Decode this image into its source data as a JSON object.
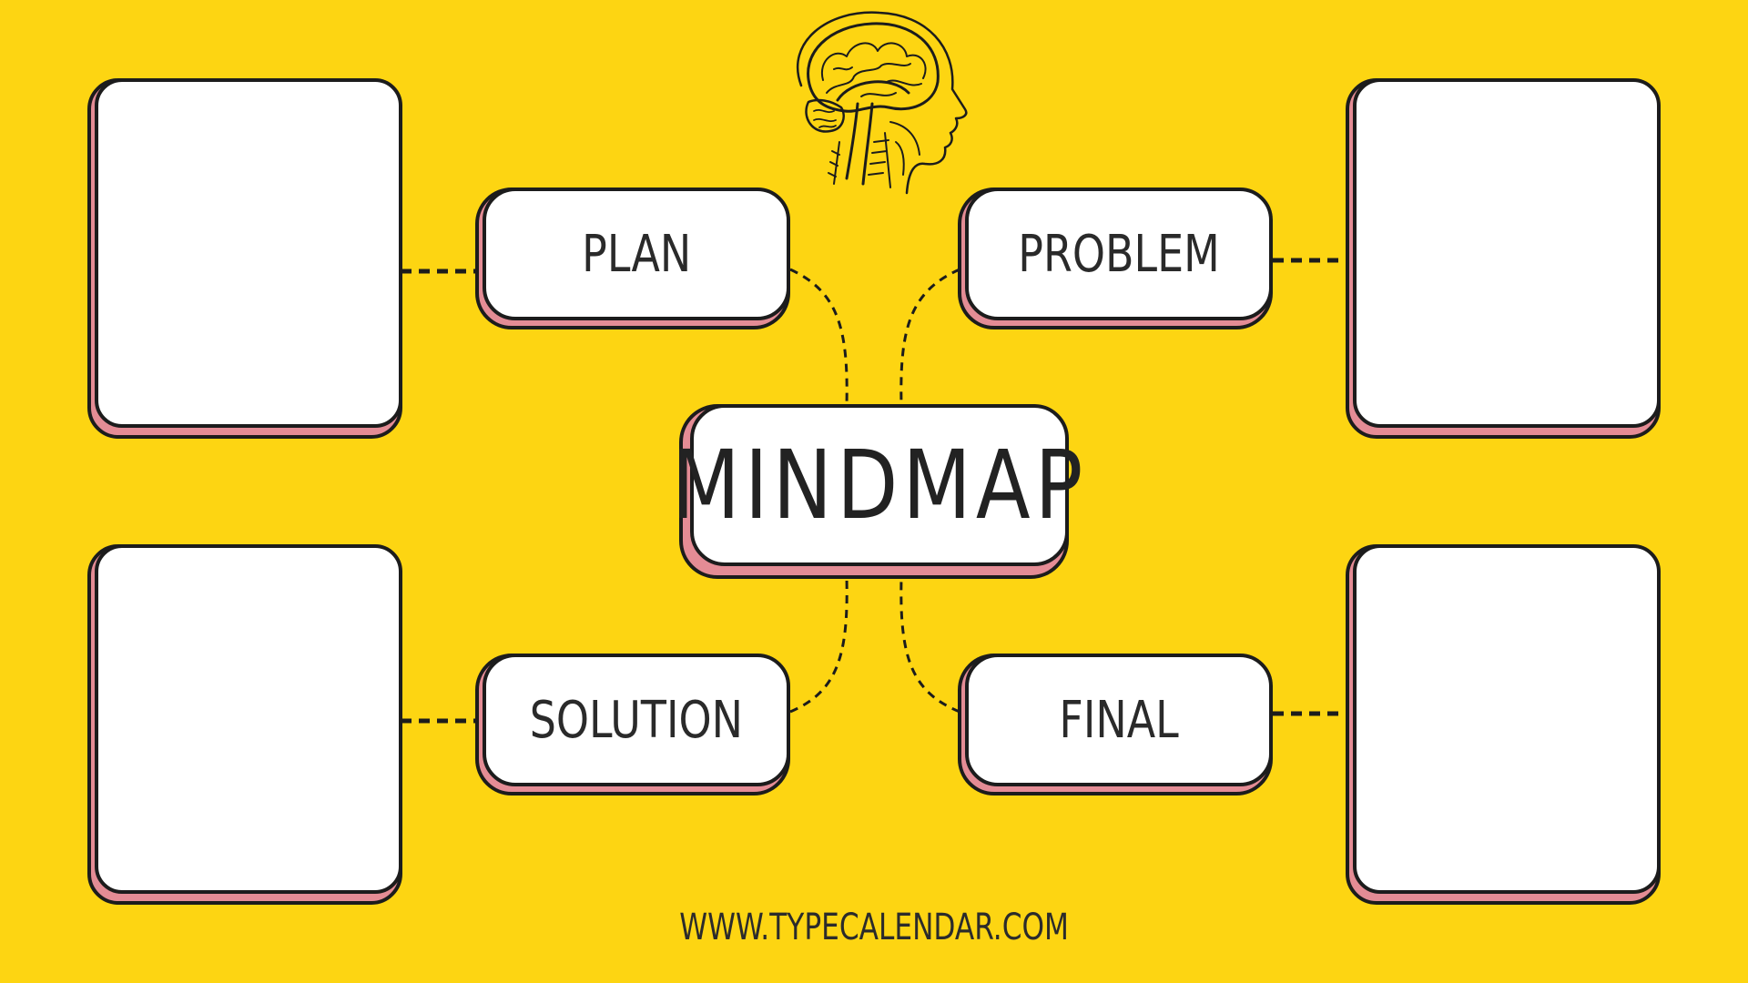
{
  "colors": {
    "background": "#FDD512",
    "card_fill": "#FFFFFF",
    "card_shadow": "#E48C95",
    "outline": "#1C1C1C",
    "text": "#2A2A2A"
  },
  "center": {
    "label": "MINDMAP"
  },
  "nodes": {
    "plan": {
      "label": "PLAN"
    },
    "problem": {
      "label": "PROBLEM"
    },
    "solution": {
      "label": "SOLUTION"
    },
    "final": {
      "label": "FINAL"
    }
  },
  "icons": {
    "header": "brain-head-icon"
  },
  "footer": {
    "url": "WWW.TYPECALENDAR.COM"
  }
}
